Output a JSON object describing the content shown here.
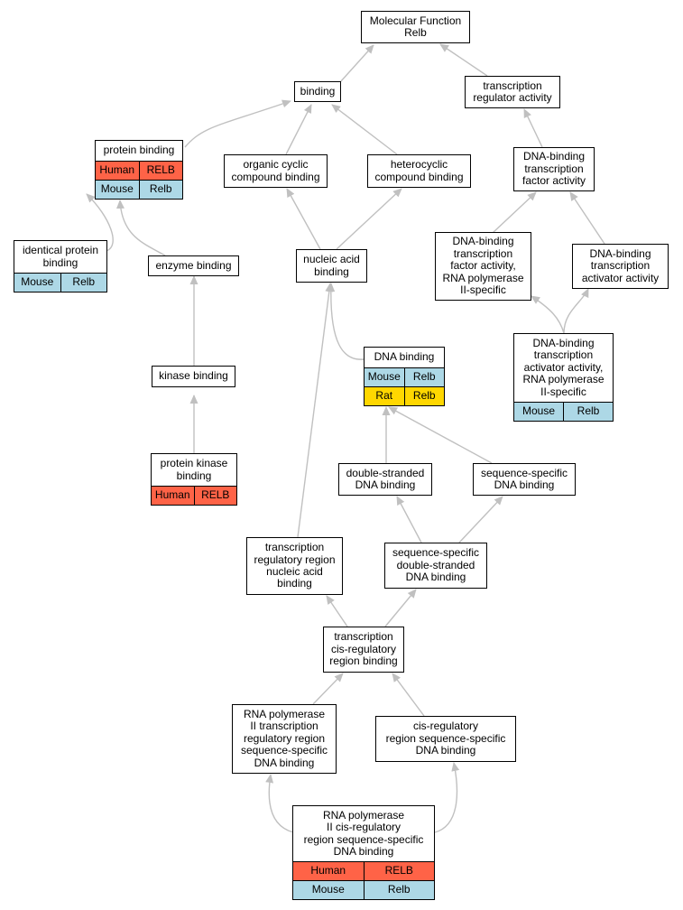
{
  "colors": {
    "edge": "#c0c0c0",
    "human": "#ff6347",
    "mouse": "#add8e6",
    "rat": "#ffd700"
  },
  "nodes": {
    "mf": {
      "label": "Molecular Function\nRelb"
    },
    "binding": {
      "label": "binding"
    },
    "tra": {
      "label": "transcription\nregulator activity"
    },
    "pb": {
      "label": "protein binding",
      "rows": [
        [
          "Human",
          "RELB",
          "human"
        ],
        [
          "Mouse",
          "Relb",
          "mouse"
        ]
      ]
    },
    "ocb": {
      "label": "organic cyclic\ncompound binding"
    },
    "hcb": {
      "label": "heterocyclic\ncompound binding"
    },
    "dbtfa": {
      "label": "DNA-binding\ntranscription\nfactor activity"
    },
    "ipb": {
      "label": "identical protein\nbinding",
      "rows": [
        [
          "Mouse",
          "Relb",
          "mouse"
        ]
      ]
    },
    "eb": {
      "label": "enzyme binding"
    },
    "nab": {
      "label": "nucleic acid\nbinding"
    },
    "dbtfa2": {
      "label": "DNA-binding\ntranscription\nfactor activity,\nRNA polymerase\nII-specific"
    },
    "dbtaa": {
      "label": "DNA-binding\ntranscription\nactivator activity"
    },
    "dbtaa2": {
      "label": "DNA-binding\ntranscription\nactivator activity,\nRNA polymerase\nII-specific",
      "rows": [
        [
          "Mouse",
          "Relb",
          "mouse"
        ]
      ]
    },
    "db": {
      "label": "DNA binding",
      "rows": [
        [
          "Mouse",
          "Relb",
          "mouse"
        ],
        [
          "Rat",
          "Relb",
          "rat"
        ]
      ]
    },
    "kb": {
      "label": "kinase binding"
    },
    "pkb": {
      "label": "protein kinase\nbinding",
      "rows": [
        [
          "Human",
          "RELB",
          "human"
        ]
      ]
    },
    "dsdb": {
      "label": "double-stranded\nDNA binding"
    },
    "ssdb": {
      "label": "sequence-specific\nDNA binding"
    },
    "trrnab": {
      "label": "transcription\nregulatory region\nnucleic acid\nbinding"
    },
    "ssdsdb": {
      "label": "sequence-specific\ndouble-stranded\nDNA binding"
    },
    "tcrrb": {
      "label": "transcription\ncis-regulatory\nregion binding"
    },
    "rnap2trrb": {
      "label": "RNA polymerase\nII transcription\nregulatory region\nsequence-specific\nDNA binding"
    },
    "crrssdb": {
      "label": "cis-regulatory\nregion sequence-specific\nDNA binding"
    },
    "rnap2crr": {
      "label": "RNA polymerase\nII cis-regulatory\nregion sequence-specific\nDNA binding",
      "rows": [
        [
          "Human",
          "RELB",
          "human"
        ],
        [
          "Mouse",
          "Relb",
          "mouse"
        ]
      ]
    }
  }
}
